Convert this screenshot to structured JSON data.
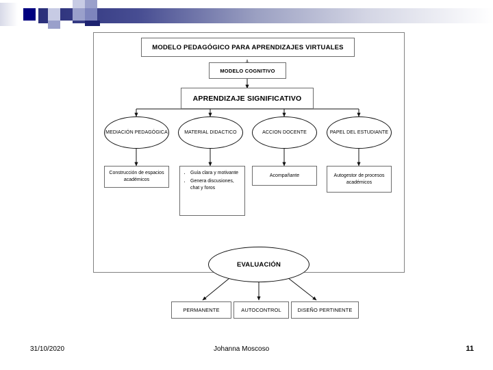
{
  "slide": {
    "header_decoration": {
      "gradient_start_color": "#2a2f7a",
      "gradient_end_color": "#ffffff",
      "accent_square_color": "#000080",
      "tile_light_color": "#c7cbe4",
      "tile_mid_color": "#9aa0cb"
    },
    "diagram": {
      "title_box": {
        "label": "MODELO PEDAGÓGICO PARA APRENDIZAJES VIRTUALES"
      },
      "cognitive_box": {
        "label": "MODELO COGNITIVO"
      },
      "learning_box": {
        "label": "APRENDIZAJE SIGNIFICATIVO"
      },
      "pillars": [
        {
          "label": "MEDIACIÓN PEDAGÓGICA"
        },
        {
          "label": "MATERIAL DIDACTICO"
        },
        {
          "label": "ACCION DOCENTE"
        },
        {
          "label": "PAPEL DEL ESTUDIANTE"
        }
      ],
      "details": [
        {
          "type": "text",
          "label": "Construcción de espacios académicos"
        },
        {
          "type": "bullets",
          "items": [
            "Guía clara y motivante",
            "Genera discusiones, chat y foros"
          ]
        },
        {
          "type": "text",
          "label": "Acompañante"
        },
        {
          "type": "text",
          "label": "Autogestor de procesos académicos"
        }
      ],
      "evaluation_ellipse": {
        "label": "EVALUACIÓN"
      },
      "evaluation_outcomes": [
        {
          "label": "PERMANENTE"
        },
        {
          "label": "AUTOCONTROL"
        },
        {
          "label": "DISEÑO PERTINENTE"
        }
      ]
    },
    "footer": {
      "date": "31/10/2020",
      "author": "Johanna Moscoso",
      "page_number": "11"
    }
  }
}
